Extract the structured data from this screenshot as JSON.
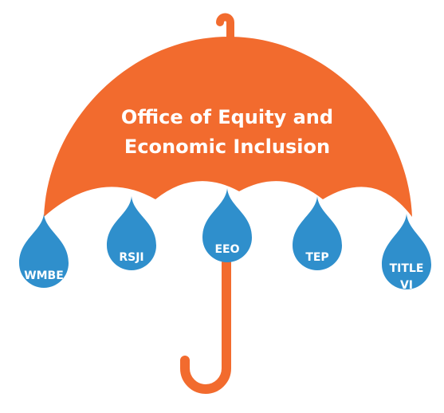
{
  "title": {
    "line1": "Office of Equity and",
    "line2": "Economic Inclusion"
  },
  "drops": [
    {
      "label": "WMBE"
    },
    {
      "label": "RSJI"
    },
    {
      "label": "EEO"
    },
    {
      "label": "TEP"
    },
    {
      "label_line1": "TITLE",
      "label_line2": "VI"
    }
  ],
  "colors": {
    "umbrella": "#F26B2E",
    "drop": "#2F8FCC",
    "text": "#FFFFFF",
    "background": "#FFFFFF"
  }
}
